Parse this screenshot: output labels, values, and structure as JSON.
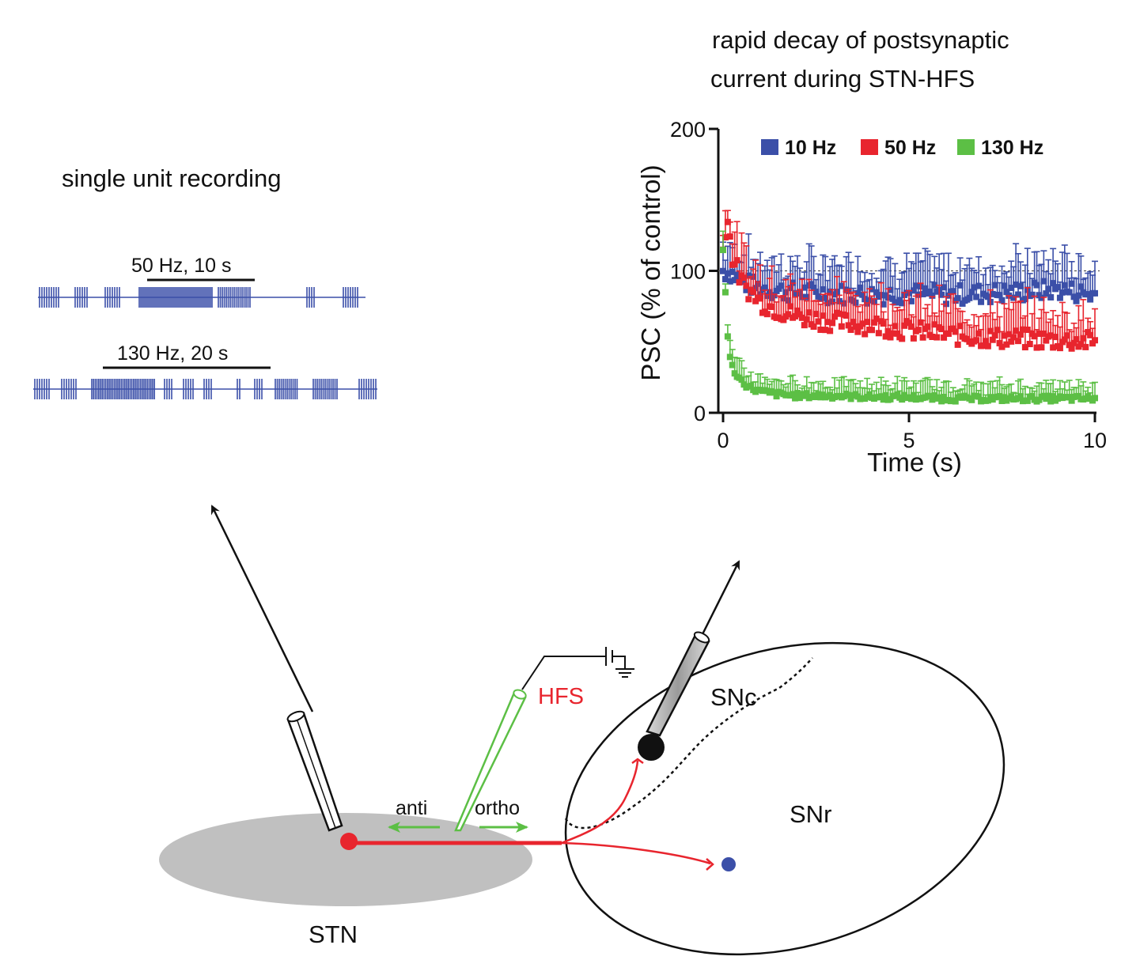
{
  "recording": {
    "title": "single unit recording",
    "trace1_label": "50 Hz, 10 s",
    "trace2_label": "130 Hz, 20 s"
  },
  "chart_title": {
    "line1": "rapid decay of postsynaptic",
    "line2": "current during STN-HFS"
  },
  "chart_data": {
    "type": "scatter",
    "ylabel": "PSC (% of control)",
    "xlabel": "Time (s)",
    "xlim": [
      0,
      10
    ],
    "ylim": [
      0,
      200
    ],
    "xticks": [
      "0",
      "5",
      "10"
    ],
    "yticks": [
      "0",
      "100",
      "200"
    ],
    "reference_line": 100,
    "legend_position": "top",
    "series": [
      {
        "name": "10 Hz",
        "color": "#3b4fa8",
        "x": [
          0,
          0.25,
          0.5,
          1,
          1.5,
          2,
          3,
          4,
          5,
          6,
          7,
          8,
          9,
          9.5,
          10
        ],
        "y": [
          100,
          98,
          92,
          88,
          86,
          85,
          84,
          83,
          84,
          83,
          84,
          85,
          87,
          85,
          83
        ]
      },
      {
        "name": "50 Hz",
        "color": "#e8252e",
        "x": [
          0,
          0.1,
          0.25,
          0.5,
          1,
          1.5,
          2,
          3,
          4,
          5,
          6,
          7,
          8,
          9,
          10
        ],
        "y": [
          115,
          140,
          110,
          92,
          78,
          72,
          68,
          64,
          62,
          58,
          55,
          53,
          52,
          51,
          50
        ]
      },
      {
        "name": "130 Hz",
        "color": "#5cbf45",
        "x": [
          0,
          0.05,
          0.1,
          0.2,
          0.4,
          0.7,
          1,
          1.5,
          2,
          3,
          4,
          5,
          6,
          7,
          8,
          9,
          10
        ],
        "y": [
          115,
          95,
          60,
          35,
          25,
          18,
          15,
          13,
          12,
          12,
          11,
          11,
          10,
          10,
          10,
          10,
          10
        ]
      }
    ]
  },
  "diagram": {
    "stn_label": "STN",
    "snr_label": "SNr",
    "snc_label": "SNc",
    "hfs_label": "HFS",
    "anti_label": "anti",
    "ortho_label": "ortho",
    "colors": {
      "axon": "#e8252e",
      "electrode_stim": "#5cbf45",
      "stn_fill": "#c0c0c0",
      "target_cell": "#3b4fa8"
    }
  }
}
